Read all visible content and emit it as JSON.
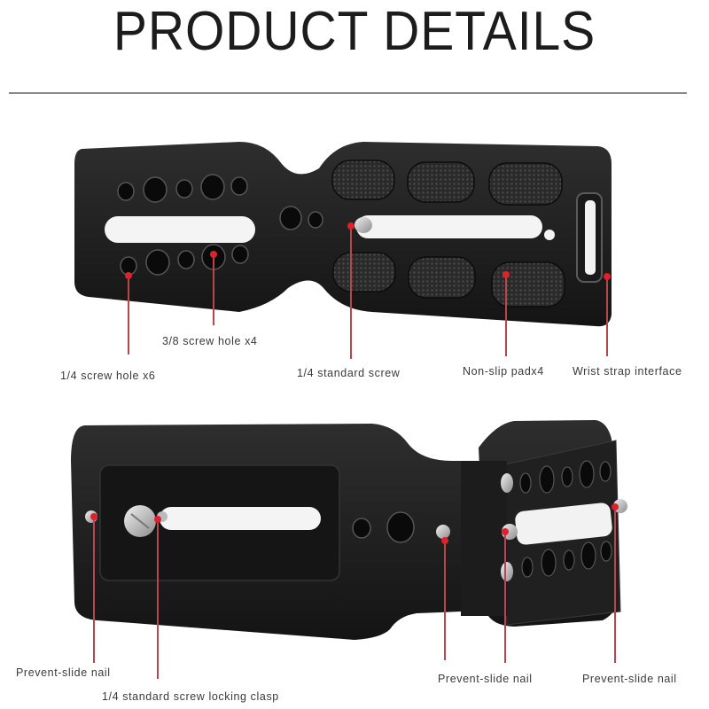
{
  "header": {
    "title": "PRODUCT DETAILS"
  },
  "top_view": {
    "callouts": [
      {
        "id": "quarter-screw-hole",
        "label": "1/4 screw hole x6"
      },
      {
        "id": "three-eighths-screw-hole",
        "label": "3/8 screw hole x4"
      },
      {
        "id": "standard-screw",
        "label": "1/4 standard screw"
      },
      {
        "id": "non-slip-pad",
        "label": "Non-slip padx4"
      },
      {
        "id": "wrist-strap-interface",
        "label": "Wrist strap interface"
      }
    ]
  },
  "bottom_view": {
    "callouts": [
      {
        "id": "prevent-slide-nail-left",
        "label": "Prevent-slide nail"
      },
      {
        "id": "screw-locking-clasp",
        "label": "1/4 standard screw locking clasp"
      },
      {
        "id": "prevent-slide-nail-middle",
        "label": "Prevent-slide nail"
      },
      {
        "id": "prevent-slide-nail-right",
        "label": "Prevent-slide nail"
      }
    ]
  },
  "colors": {
    "callout_line": "#b8464e",
    "callout_dot": "#e0202a",
    "metal": "#1e1e1e"
  }
}
